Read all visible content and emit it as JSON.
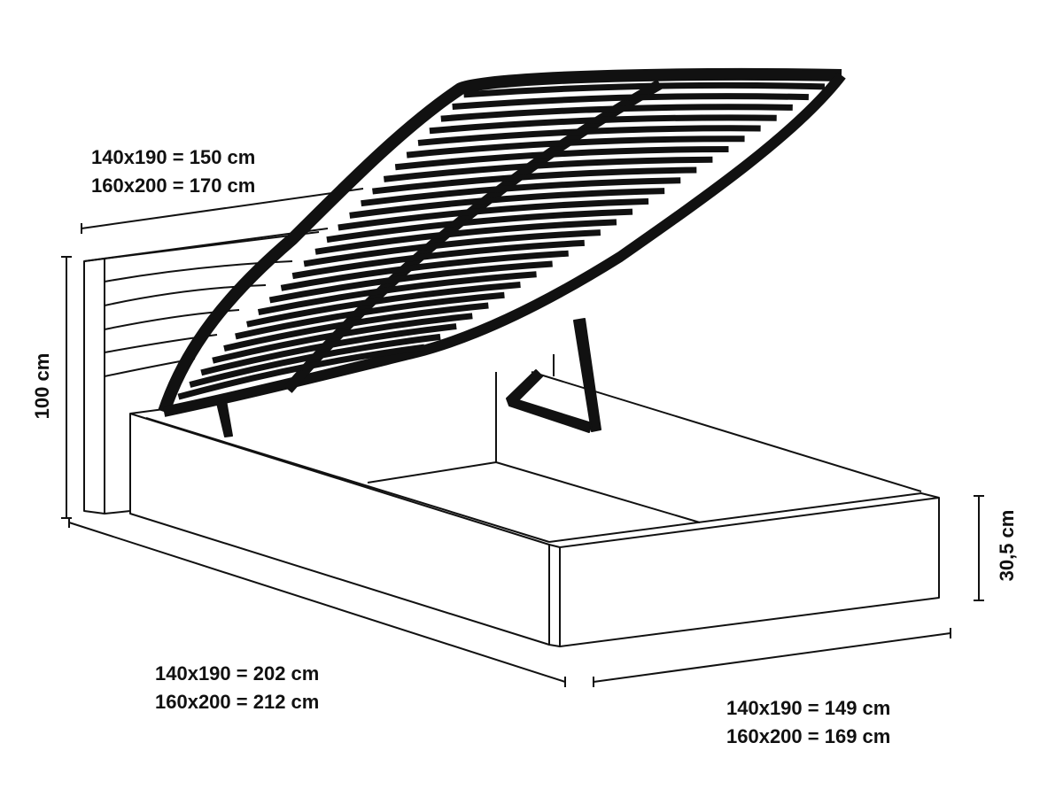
{
  "title": "Bed with lifting slatted base - dimensions",
  "dimensions": {
    "headboard_width": {
      "lines": [
        "140x190 = 150 cm",
        "160x200 = 170 cm"
      ]
    },
    "headboard_height": {
      "label": "100 cm"
    },
    "length": {
      "lines": [
        "140x190 = 202 cm",
        "160x200 = 212 cm"
      ]
    },
    "width": {
      "lines": [
        "140x190 = 149 cm",
        "160x200 = 169 cm"
      ]
    },
    "frame_height": {
      "label": "30,5 cm"
    }
  },
  "colors": {
    "line": "#111111",
    "background": "#ffffff"
  }
}
